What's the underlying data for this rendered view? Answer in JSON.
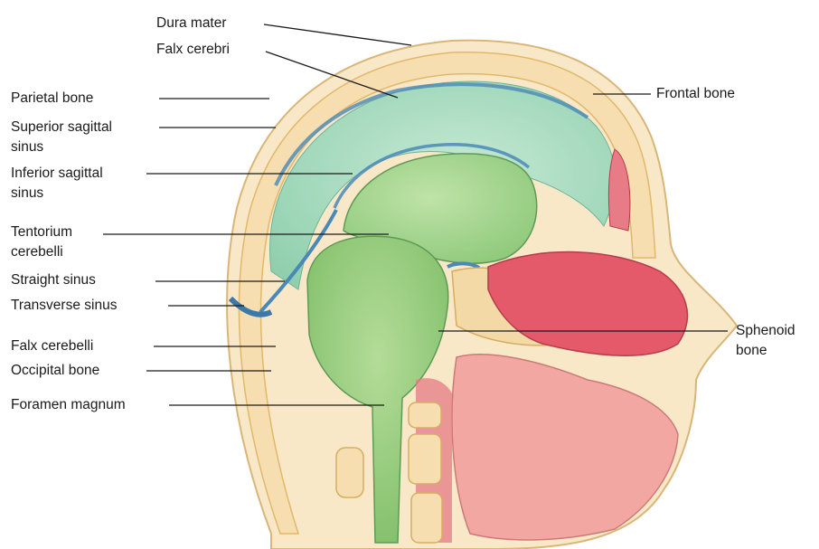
{
  "labels": {
    "dura_mater": "Dura mater",
    "falx_cerebri": "Falx cerebri",
    "parietal_bone": "Parietal bone",
    "superior_sagittal_sinus": [
      "Superior sagittal",
      "sinus"
    ],
    "inferior_sagittal_sinus": [
      "Inferior sagittal",
      "sinus"
    ],
    "tentorium_cerebelli": [
      "Tentorium",
      "cerebelli"
    ],
    "straight_sinus": "Straight sinus",
    "transverse_sinus": "Transverse sinus",
    "falx_cerebelli": "Falx cerebelli",
    "occipital_bone": "Occipital bone",
    "foramen_magnum": "Foramen magnum",
    "frontal_bone": "Frontal bone",
    "sphenoid_bone": [
      "Sphenoid",
      "bone"
    ]
  },
  "colors": {
    "bone": "#f6deb1",
    "bone_edge": "#e1b86a",
    "dura": "#cfe7dc",
    "falx": "#a8d8b8",
    "brain": "#99cd82",
    "sinus": "#4a88b8",
    "soft_tissue": "#f2a7a3",
    "nasal": "#e55a6a"
  }
}
